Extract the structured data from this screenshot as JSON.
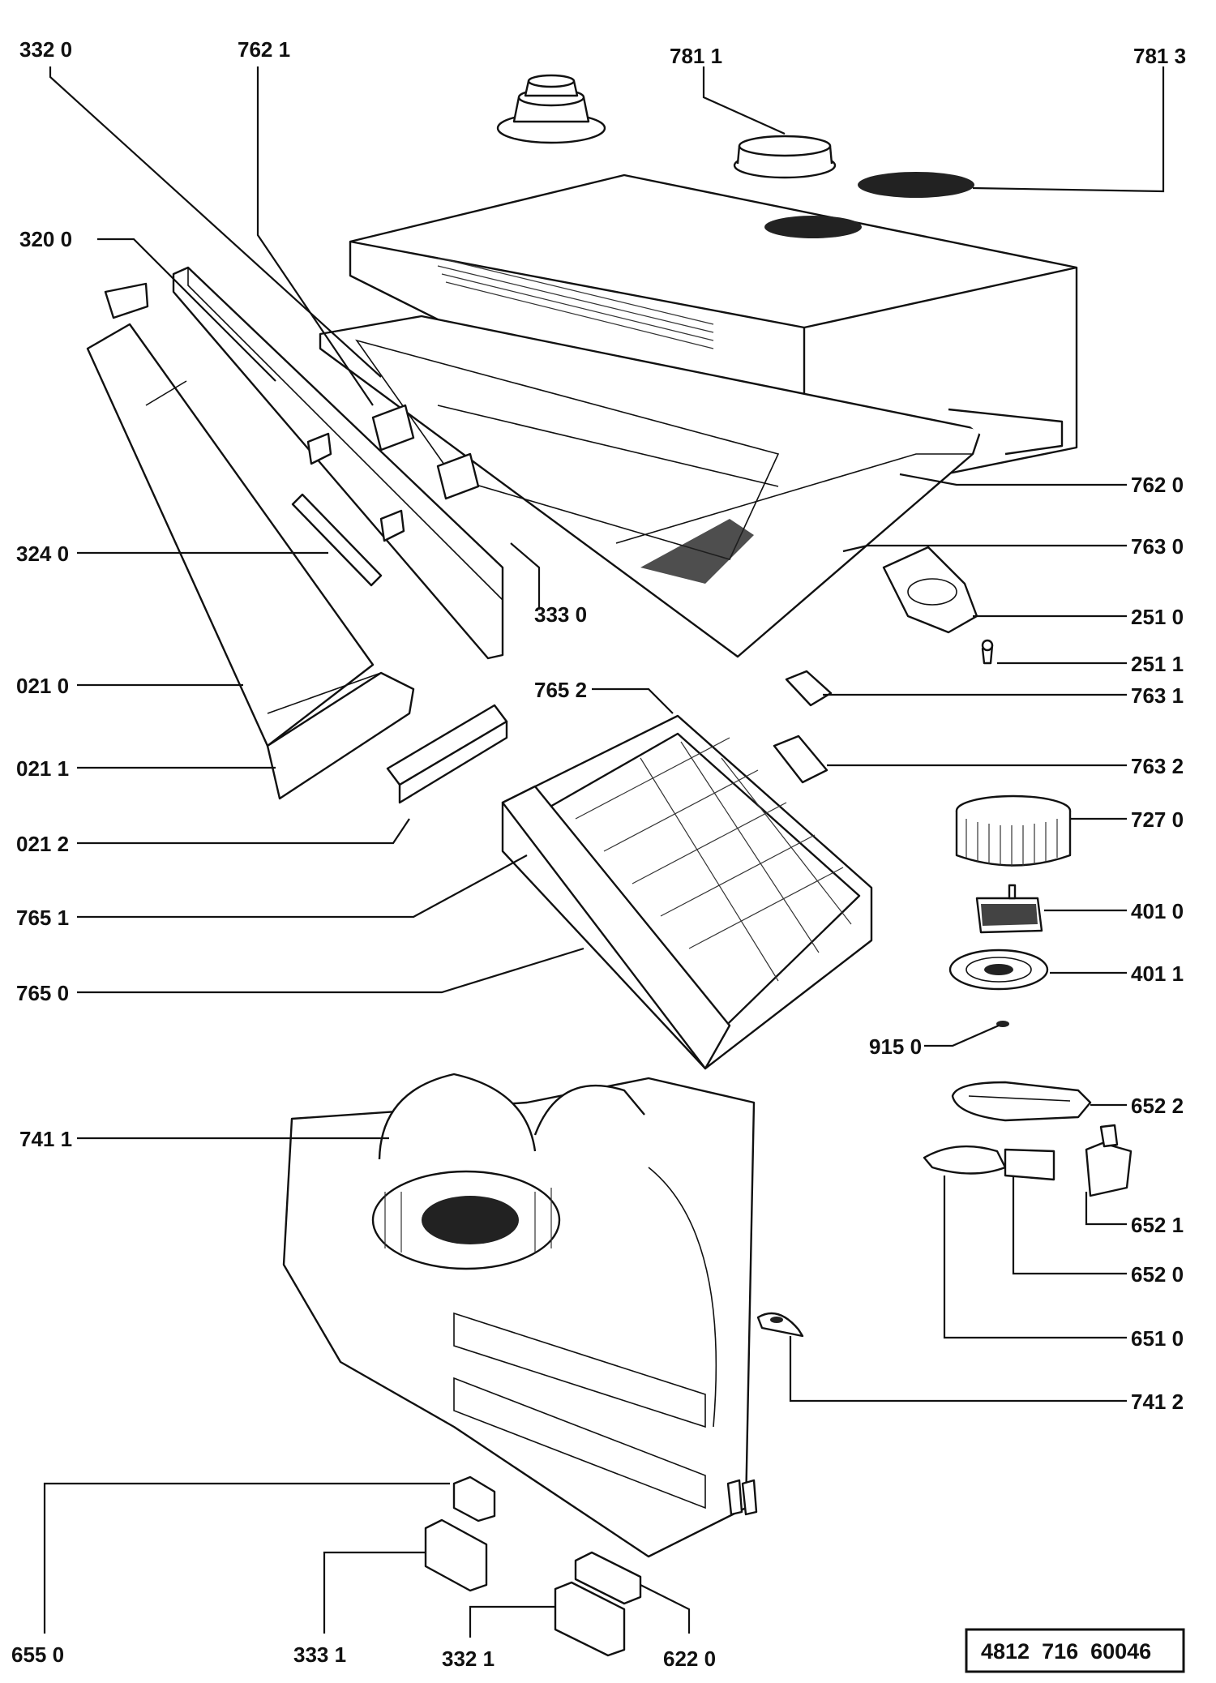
{
  "part_labels": {
    "p3320": "332 0",
    "p7621": "762 1",
    "p7811": "781 1",
    "p7813": "781 3",
    "p3200": "320 0",
    "p7620": "762 0",
    "p7630": "763 0",
    "p3240": "324 0",
    "p3330": "333 0",
    "p2510": "251 0",
    "p2511": "251 1",
    "p0210": "021 0",
    "p7652": "765 2",
    "p7631": "763 1",
    "p0211": "021 1",
    "p7632": "763 2",
    "p0212": "021 2",
    "p7270": "727 0",
    "p7651": "765 1",
    "p4010": "401 0",
    "p7650": "765 0",
    "p4011": "401 1",
    "p9150": "915 0",
    "p7411": "741 1",
    "p6522": "652 2",
    "p6521": "652 1",
    "p6520": "652 0",
    "p6510": "651 0",
    "p7412": "741 2",
    "p6550": "655 0",
    "p3331": "333 1",
    "p3321": "332 1",
    "p6220": "622 0"
  },
  "document_number": "4812  716  60046"
}
